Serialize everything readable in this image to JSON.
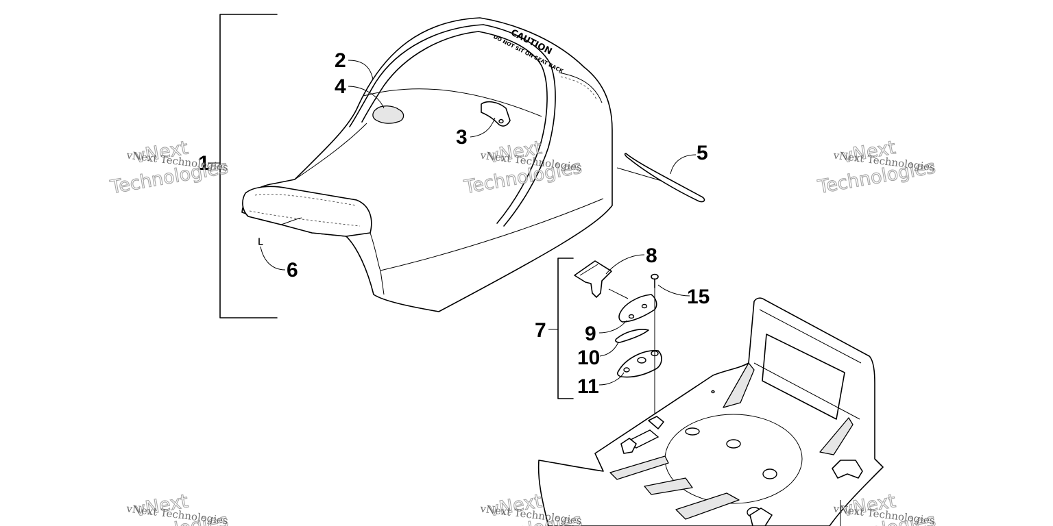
{
  "callouts": [
    {
      "id": "1",
      "label": "1"
    },
    {
      "id": "2",
      "label": "2"
    },
    {
      "id": "3",
      "label": "3"
    },
    {
      "id": "4",
      "label": "4"
    },
    {
      "id": "5",
      "label": "5"
    },
    {
      "id": "6",
      "label": "6"
    },
    {
      "id": "7",
      "label": "7"
    },
    {
      "id": "8",
      "label": "8"
    },
    {
      "id": "9",
      "label": "9"
    },
    {
      "id": "10",
      "label": "10"
    },
    {
      "id": "11",
      "label": "11"
    },
    {
      "id": "15",
      "label": "15"
    }
  ],
  "seat_label": {
    "line1": "CAUTION",
    "line2": "DO NOT SIT ON SEAT BACK"
  },
  "watermark": {
    "line1": "vNext Technologies",
    "line2_top": "vNext",
    "line2_bottom": "Technologies"
  }
}
